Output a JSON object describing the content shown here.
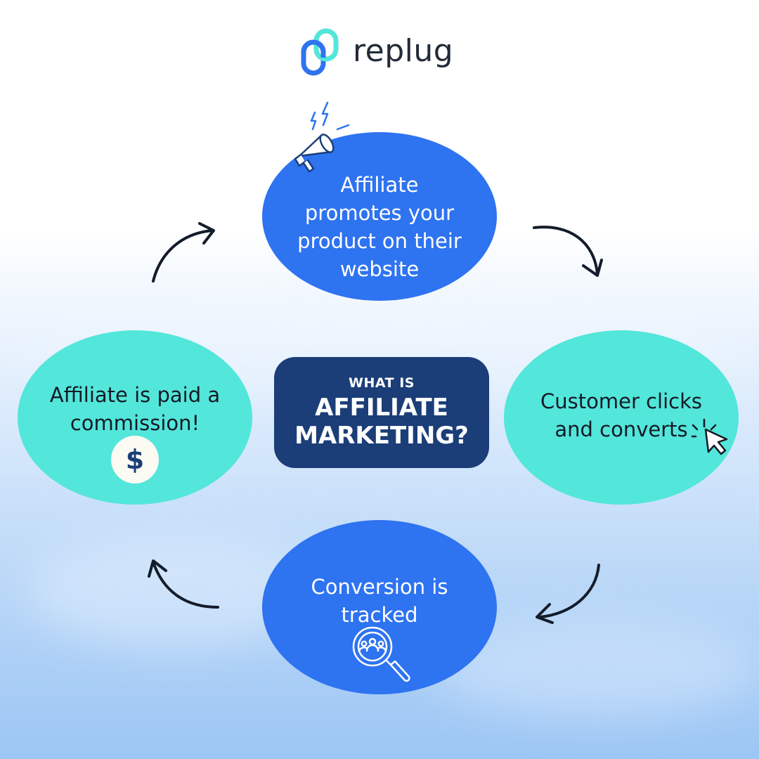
{
  "brand": {
    "name": "replug",
    "mark_color_primary": "#2e73f0",
    "mark_color_secondary": "#53e6da"
  },
  "center": {
    "eyebrow": "WHAT IS",
    "title_line1": "AFFILIATE",
    "title_line2": "MARKETING?",
    "background": "#1b3e78"
  },
  "steps": [
    {
      "lines": [
        "Affiliate",
        "promotes your",
        "product on their",
        "website"
      ],
      "color": "#2e73f0",
      "icon": "megaphone-icon"
    },
    {
      "lines": [
        "Customer clicks",
        "and converts"
      ],
      "color": "#53e6da",
      "icon": "cursor-click-icon"
    },
    {
      "lines": [
        "Conversion is",
        "tracked"
      ],
      "color": "#2e73f0",
      "icon": "search-users-icon"
    },
    {
      "lines": [
        "Affiliate is paid a",
        "commission!"
      ],
      "color": "#53e6da",
      "icon": "dollar-icon"
    }
  ],
  "icons": {
    "dollar_symbol": "$"
  },
  "flow": "clockwise"
}
